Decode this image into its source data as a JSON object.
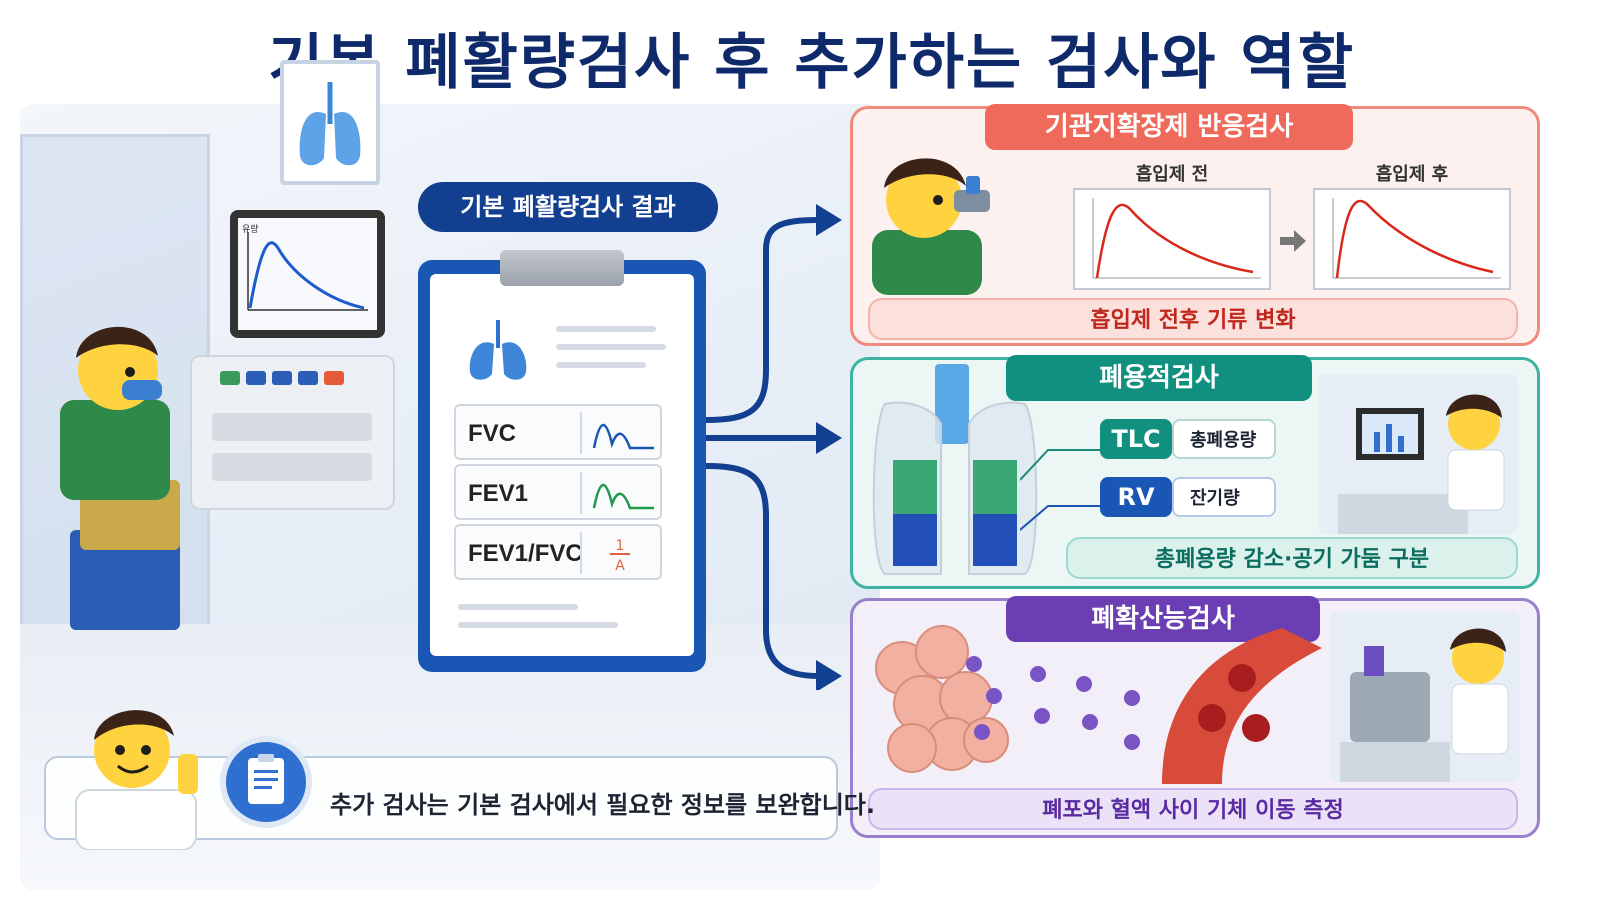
{
  "title": "기본 폐활량검사 후 추가하는 검사와 역할",
  "basic": {
    "badge": "기본 폐활량검사 결과",
    "rows": [
      {
        "label": "FVC",
        "icon": "flow-wave-icon",
        "color": "#1a56b4"
      },
      {
        "label": "FEV1",
        "icon": "flow-wave-icon",
        "color": "#1a9a4a"
      },
      {
        "label": "FEV1/FVC",
        "icon": "ratio-icon",
        "color": "#e0643a"
      }
    ],
    "ratio_num": "1",
    "ratio_den": "A"
  },
  "note": "추가 검사는 기본 검사에서 필요한 정보를 보완합니다.",
  "monitor": {
    "axis_label": "유량"
  },
  "panels": {
    "bronchodilator": {
      "title": "기관지확장제 반응검사",
      "before_label": "흡입제 전",
      "after_label": "흡입제 후",
      "caption": "흡입제 전후 기류 변화",
      "accent": "#ee6b5b"
    },
    "lung_volume": {
      "title": "폐용적검사",
      "items": [
        {
          "tag": "TLC",
          "desc": "총폐용량",
          "color": "#12907f"
        },
        {
          "tag": "RV",
          "desc": "잔기량",
          "color": "#1a56b4"
        }
      ],
      "caption": "총폐용량 감소·공기 가둠 구분",
      "accent": "#12907f"
    },
    "diffusion": {
      "title": "폐확산능검사",
      "caption": "폐포와 혈액 사이 기체 이동 측정",
      "accent": "#6b3fb3"
    }
  },
  "icons": [
    "lungs-icon",
    "clipboard-icon",
    "inhaler-icon",
    "arrow-right-icon",
    "monitor-icon"
  ]
}
